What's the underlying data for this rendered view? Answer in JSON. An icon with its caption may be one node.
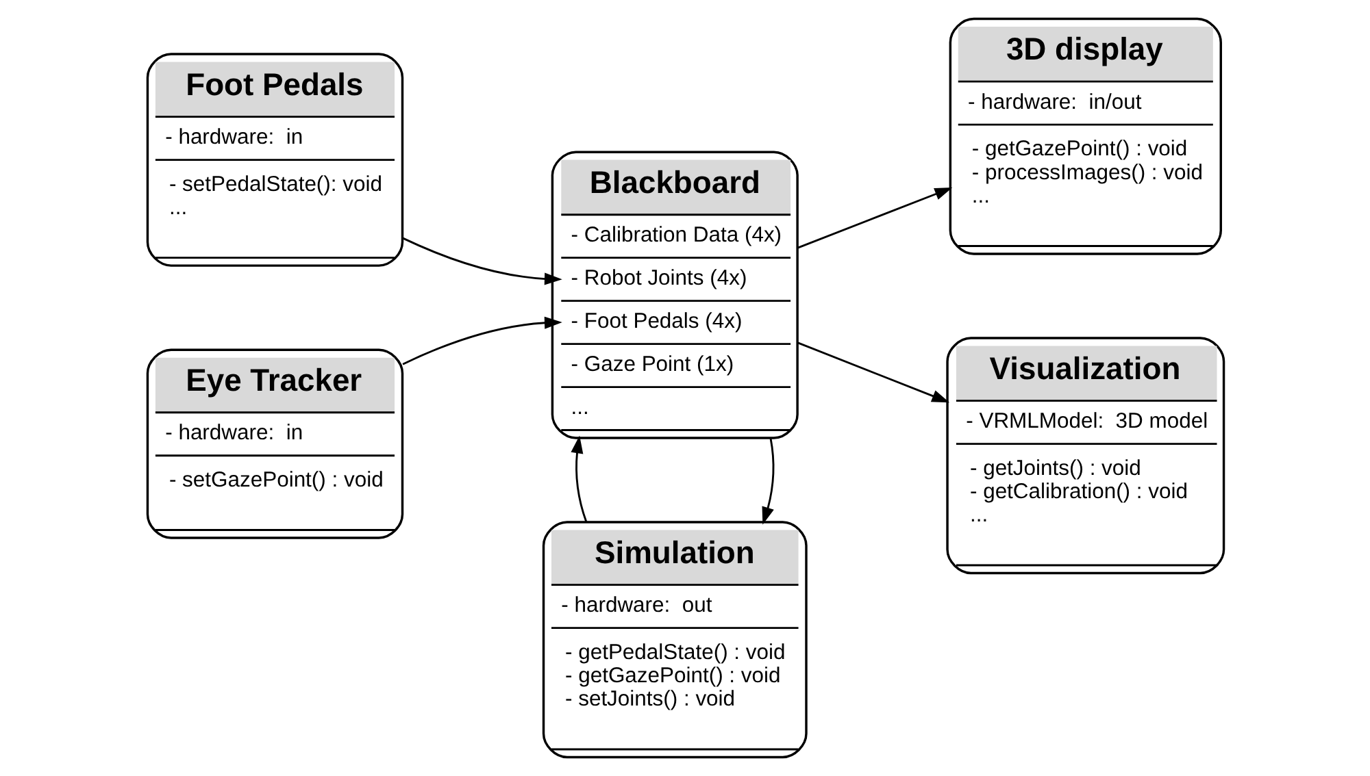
{
  "diagram": {
    "nodes": [
      {
        "text": [
          "Simulation",
          "- hardware:  out",
          "- getPedalState() : void",
          "- getGazePoint() : void",
          "- setJoints() : void"
        ]
      },
      {
        "text": [
          "Foot Pedals",
          "- hardware:  in",
          "- setPedalState(): void",
          "..."
        ]
      },
      {
        "text": [
          "Blackboard",
          "- Calibration Data (4x)",
          "- Robot Joints (4x)",
          "- Foot Pedals (4x)",
          "- Gaze Point (1x)",
          "..."
        ]
      },
      {
        "text": [
          "3D display",
          "- hardware:  in/out",
          "- getGazePoint() : void",
          "- processImages() : void",
          "..."
        ]
      },
      {
        "text": [
          "Eye Tracker",
          "- hardware:  in",
          "- setGazePoint() : void"
        ]
      },
      {
        "text": [
          "Visualization",
          "- VRMLModel:  3D model",
          "- getJoints() : void",
          "- getCalibration() : void",
          "..."
        ]
      }
    ],
    "edges": [
      {
        "from": 2,
        "to": 0,
        "arrow": "to"
      },
      {
        "from": 0,
        "to": 2,
        "arrow": "to"
      },
      {
        "from": 1,
        "to": 2,
        "arrow": "to"
      },
      {
        "from": 4,
        "to": 2,
        "arrow": "to"
      },
      {
        "from": 2,
        "to": 3,
        "arrow": "to"
      },
      {
        "from": 2,
        "to": 5,
        "arrow": "to"
      }
    ]
  }
}
